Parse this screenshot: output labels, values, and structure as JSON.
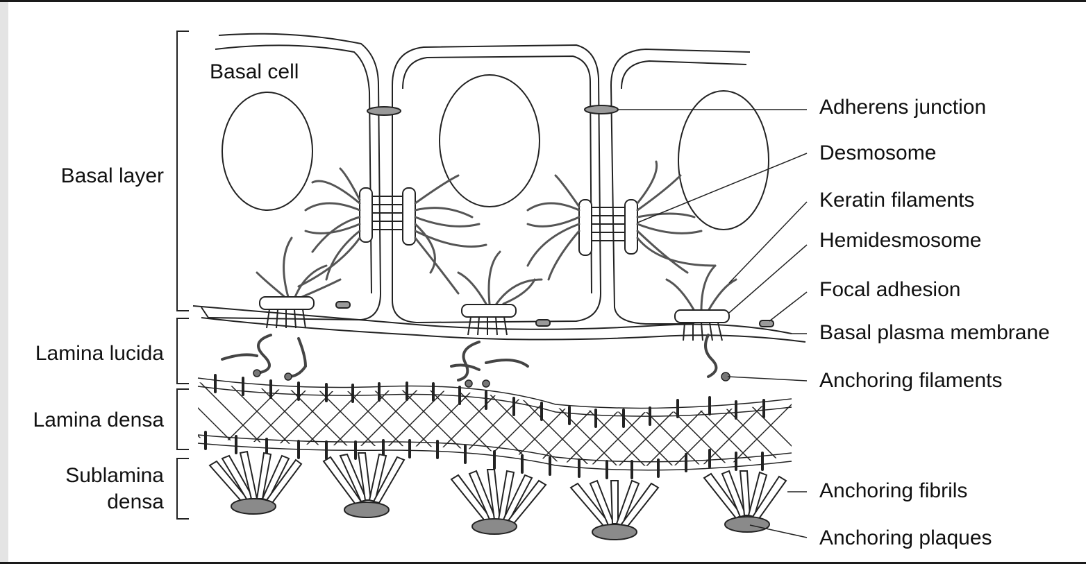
{
  "labels": {
    "basal_cell": "Basal cell",
    "left": {
      "basal_layer": "Basal layer",
      "lamina_lucida": "Lamina lucida",
      "lamina_densa": "Lamina densa",
      "sublamina_densa_1": "Sublamina",
      "sublamina_densa_2": "densa"
    },
    "right": {
      "adherens_junction": "Adherens junction",
      "desmosome": "Desmosome",
      "keratin_filaments": "Keratin filaments",
      "hemidesmosome": "Hemidesmosome",
      "focal_adhesion": "Focal adhesion",
      "basal_plasma_membrane": "Basal plasma membrane",
      "anchoring_filaments": "Anchoring filaments",
      "anchoring_fibrils": "Anchoring fibrils",
      "anchoring_plaques": "Anchoring plaques"
    }
  },
  "colors": {
    "line": "#222222",
    "filament": "#555555",
    "plaque_fill": "#8a8a8a",
    "junction_fill": "#9a9a9a"
  }
}
